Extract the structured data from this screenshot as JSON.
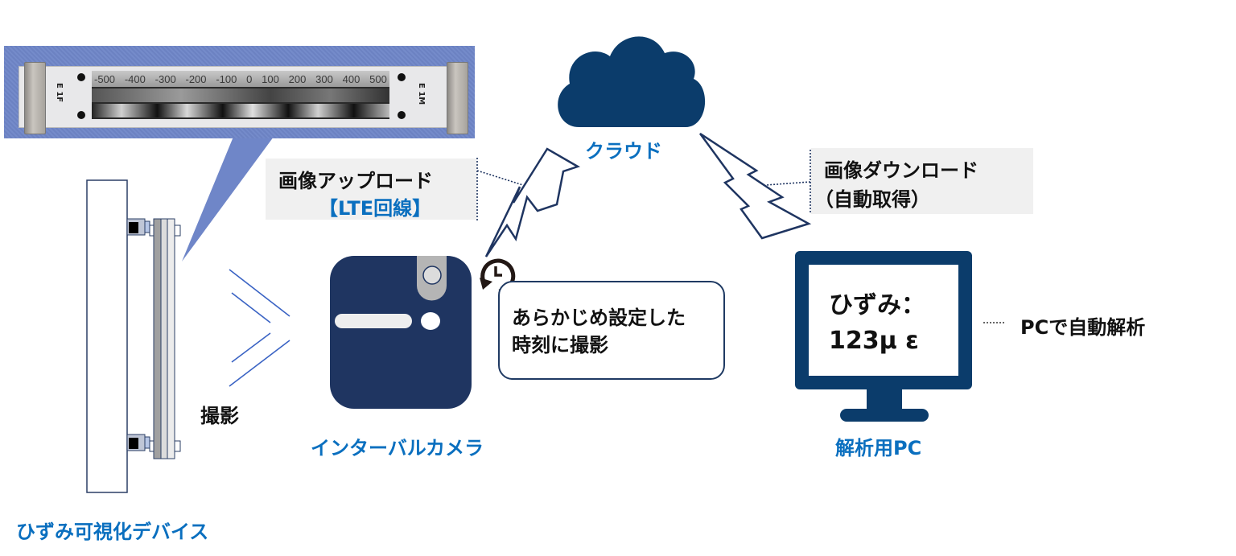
{
  "photo": {
    "scale_ticks": [
      "-500",
      "-400",
      "-300",
      "-200",
      "-100",
      "0",
      "100",
      "200",
      "300",
      "400",
      "500"
    ],
    "left_mark": "E 1F",
    "right_mark": "E 1M"
  },
  "device": {
    "label": "ひずみ可視化デバイス",
    "shoot_label": "撮影"
  },
  "camera": {
    "label": "インターバルカメラ",
    "callout_line1": "あらかじめ設定した",
    "callout_line2": "時刻に撮影",
    "timer_icon": "clock-history-icon"
  },
  "upload": {
    "line1": "画像アップロード",
    "line2": "【LTE回線】"
  },
  "cloud": {
    "label": "クラウド"
  },
  "download": {
    "line1": "画像ダウンロード",
    "line2": "（自動取得）"
  },
  "pc": {
    "label": "解析用PC",
    "screen_line1": "ひずみ：",
    "screen_line2": "123μ ε",
    "note": "PCで自動解析"
  },
  "colors": {
    "navy": "#1f3561",
    "cloud_navy": "#0b3c6b",
    "accent_blue": "#0a6fbf",
    "photo_bg": "#6f86c8",
    "box_gray": "#f0f0f0"
  }
}
